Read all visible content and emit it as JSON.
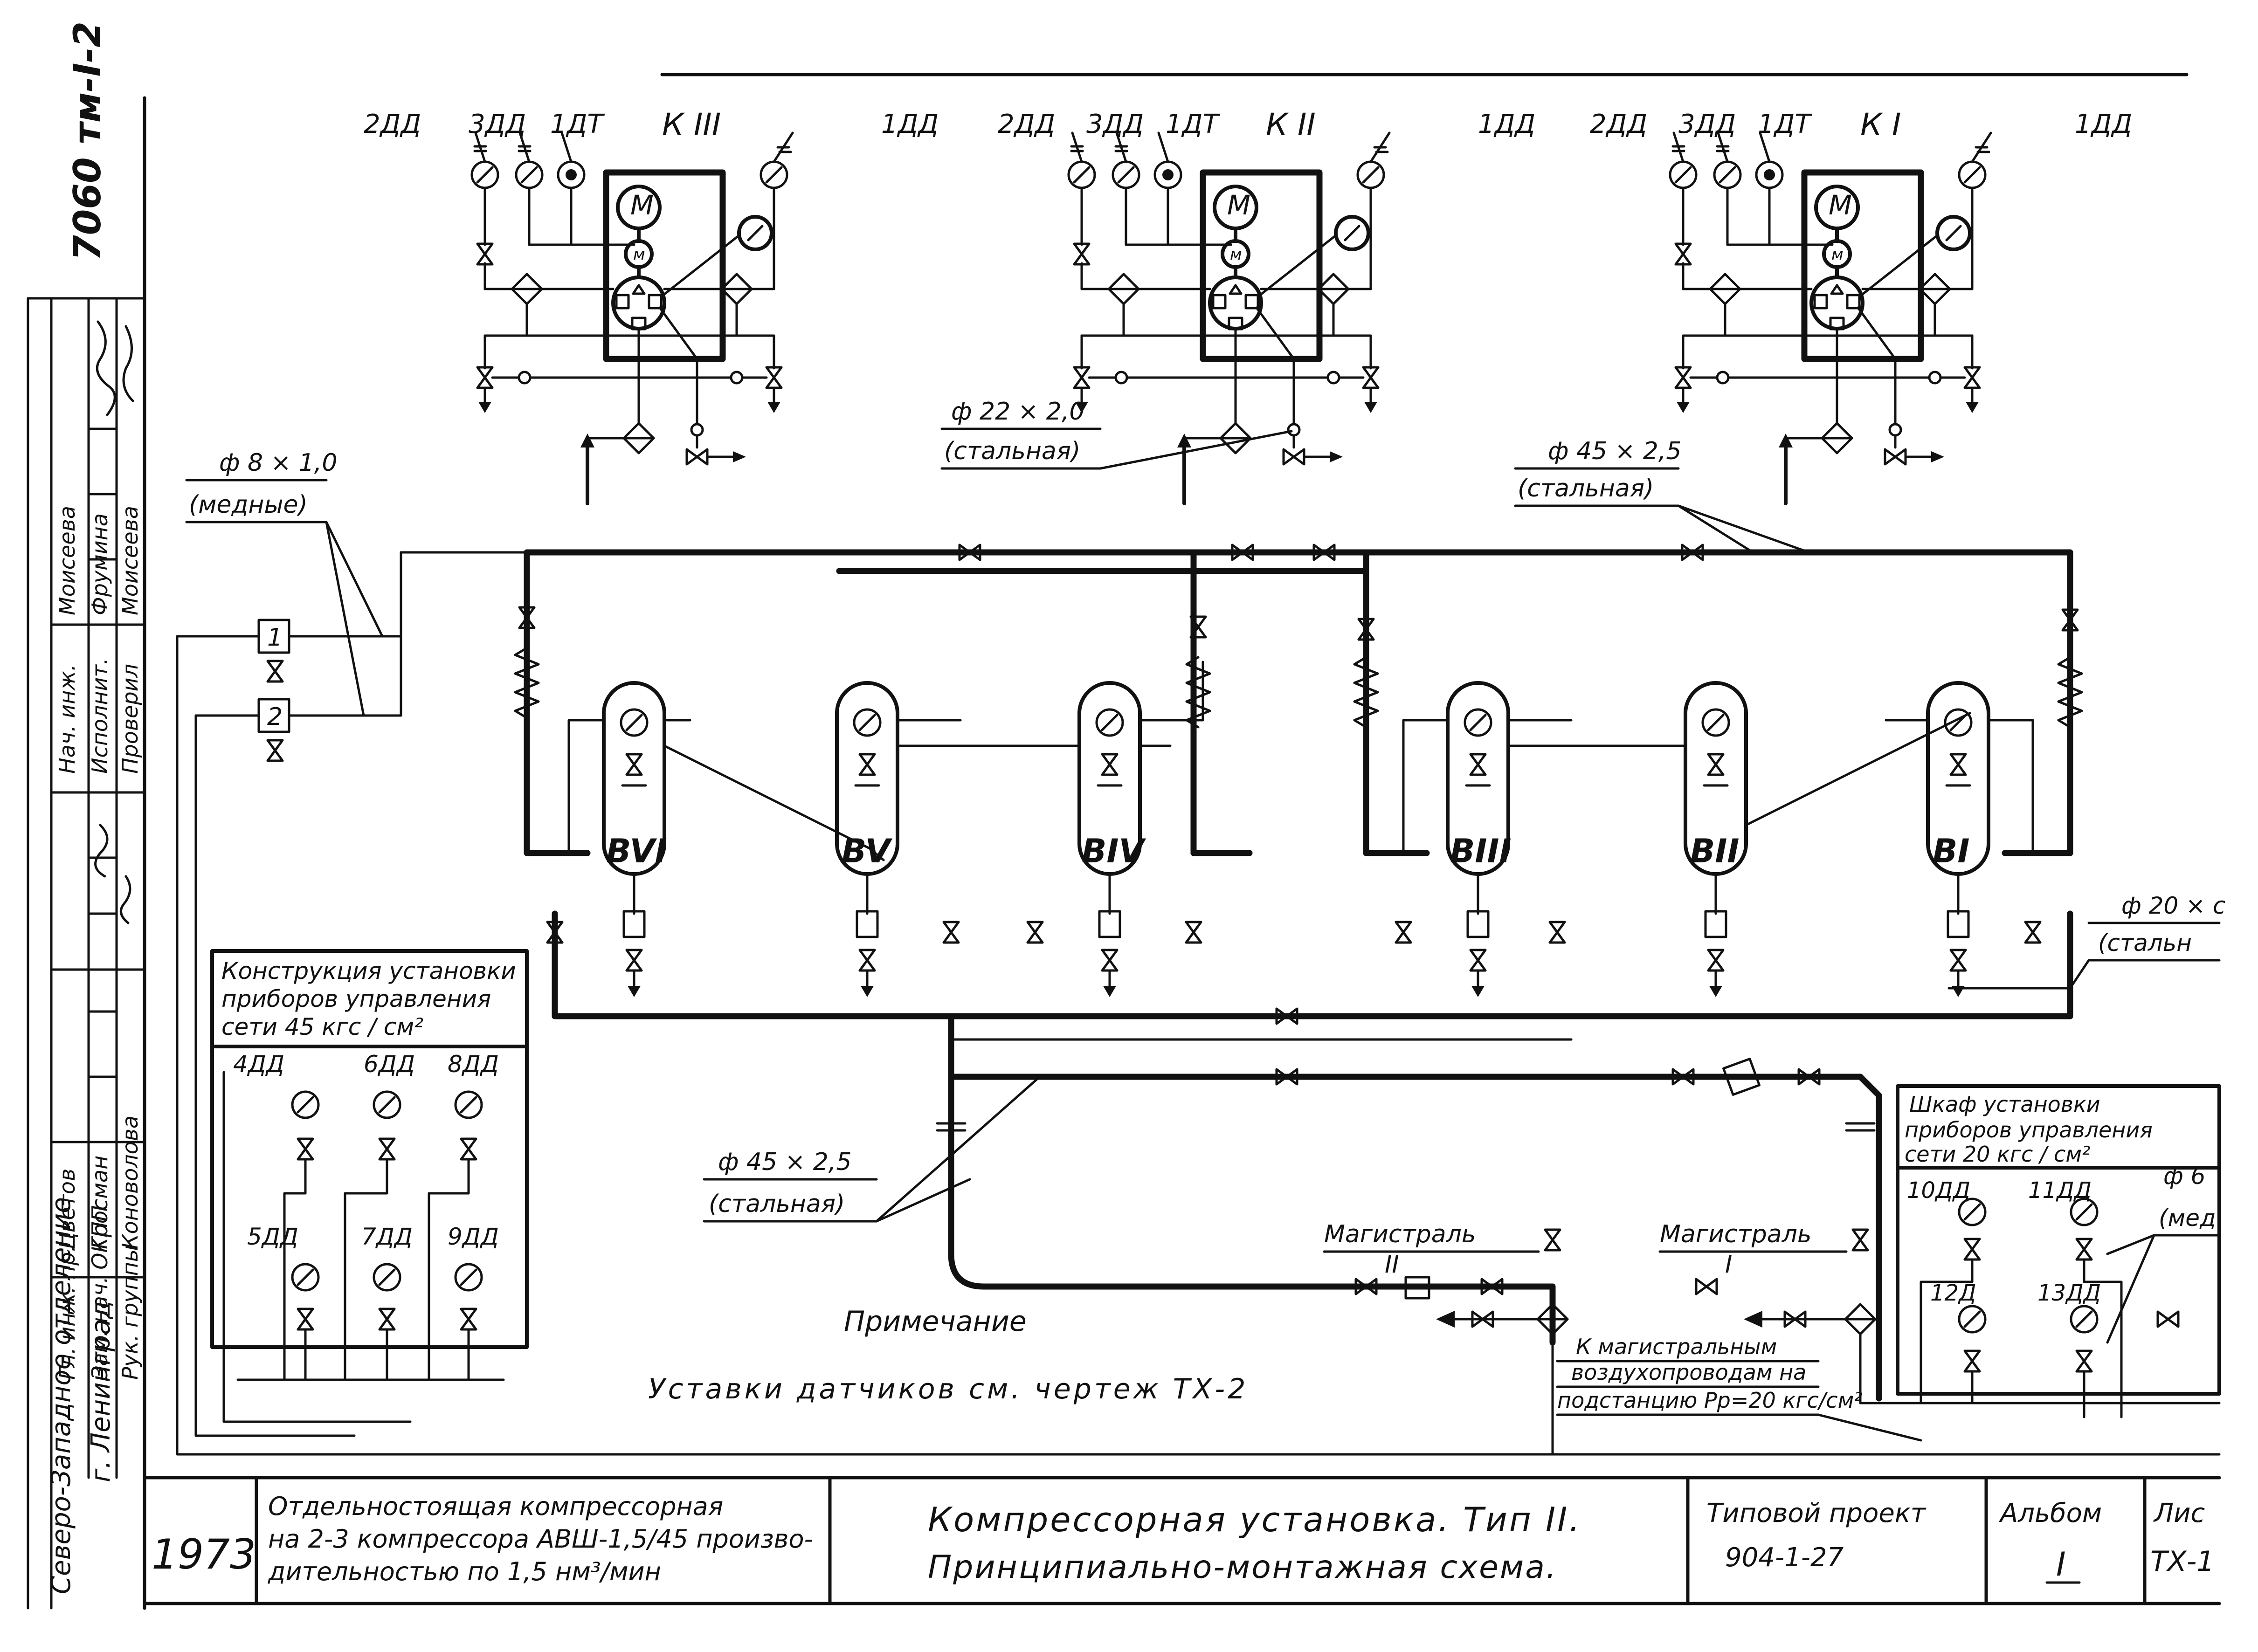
{
  "doc_code": "7060 тм-I-2",
  "compressors": [
    {
      "name": "К III",
      "sensors": [
        "2ДД",
        "3ДД",
        "1ДТ"
      ],
      "sensor_right": "1ДД"
    },
    {
      "name": "К II",
      "sensors": [
        "2ДД",
        "3ДД",
        "1ДТ"
      ],
      "sensor_right": "1ДД"
    },
    {
      "name": "К I",
      "sensors": [
        "2ДД",
        "3ДД",
        "1ДТ"
      ],
      "sensor_right": "1ДД"
    }
  ],
  "motor_letter_big": "M",
  "motor_letter_small": "м",
  "receivers": [
    "BVI",
    "BV",
    "BIV",
    "BIII",
    "BII",
    "BI"
  ],
  "pipe_labels": {
    "p8": "ф 8 × 1,0",
    "p8_material": "(медные)",
    "p22": "ф 22 × 2,0",
    "p22_material": "(стальная)",
    "p45_top": "ф 45 × 2,5",
    "p45_top_material": "(стальная)",
    "p45_bottom": "ф 45 × 2,5",
    "p45_bottom_material": "(стальная)",
    "p20": "ф 20 × с",
    "p20_material": "(стальн",
    "p_right": "ф 6",
    "p_right_material": "(мед"
  },
  "cabinet_numbers": [
    "1",
    "2"
  ],
  "panel_left": {
    "title_lines": [
      "Конструкция установки",
      "приборов управления",
      "сети 45 кгс / см²"
    ],
    "sensors_top": [
      "4ДД",
      "6ДД",
      "8ДД"
    ],
    "sensors_bottom": [
      "5ДД",
      "7ДД",
      "9ДД"
    ]
  },
  "panel_right": {
    "title_lines": [
      "Шкаф установки",
      "приборов управления",
      "сети 20 кгс / см²"
    ],
    "sensors_top": [
      "10ДД",
      "11ДД"
    ],
    "sensors_bottom": [
      "12Д",
      "13ДД"
    ]
  },
  "mains": [
    {
      "label": "Магистраль",
      "num": "II"
    },
    {
      "label": "Магистраль",
      "num": "I"
    }
  ],
  "substation_note": [
    "К магистральным",
    "воздухопроводам на",
    "подстанцию Pр=20 кгс/см²"
  ],
  "note": {
    "title": "Примечание",
    "text": "Уставки датчиков см. чертеж ТХ-2"
  },
  "side_stamp": {
    "org_line1": "Северо-Западное отделение",
    "org_line2": "г. Ленинград",
    "rows": [
      {
        "role": "Гл. инж. пр.",
        "name": "Цветов"
      },
      {
        "role": "Зам. нач. ОКПП",
        "name": "Гросман"
      },
      {
        "role": "Рук. группы",
        "name": "Коноволова"
      },
      {
        "role": "Нач. инж.",
        "name": "Моисеева"
      },
      {
        "role": "Исполнит.",
        "name": "Фрумина"
      },
      {
        "role": "Проверил",
        "name": "Моисеева"
      }
    ]
  },
  "title_block": {
    "year": "1973",
    "description_lines": [
      "Отдельностоящая компрессорная",
      "на 2-3 компрессора АВШ-1,5/45 произво-",
      "дительностью по 1,5 нм³/мин"
    ],
    "title_lines": [
      "Компрессорная установка. Тип II.",
      "Принципиально-монтажная схема."
    ],
    "project_label": "Типовой проект",
    "project_number": "904-1-27",
    "album_label": "Альбом",
    "album_value": "I",
    "sheet_label": "Лис",
    "sheet_value": "ТХ-1"
  }
}
